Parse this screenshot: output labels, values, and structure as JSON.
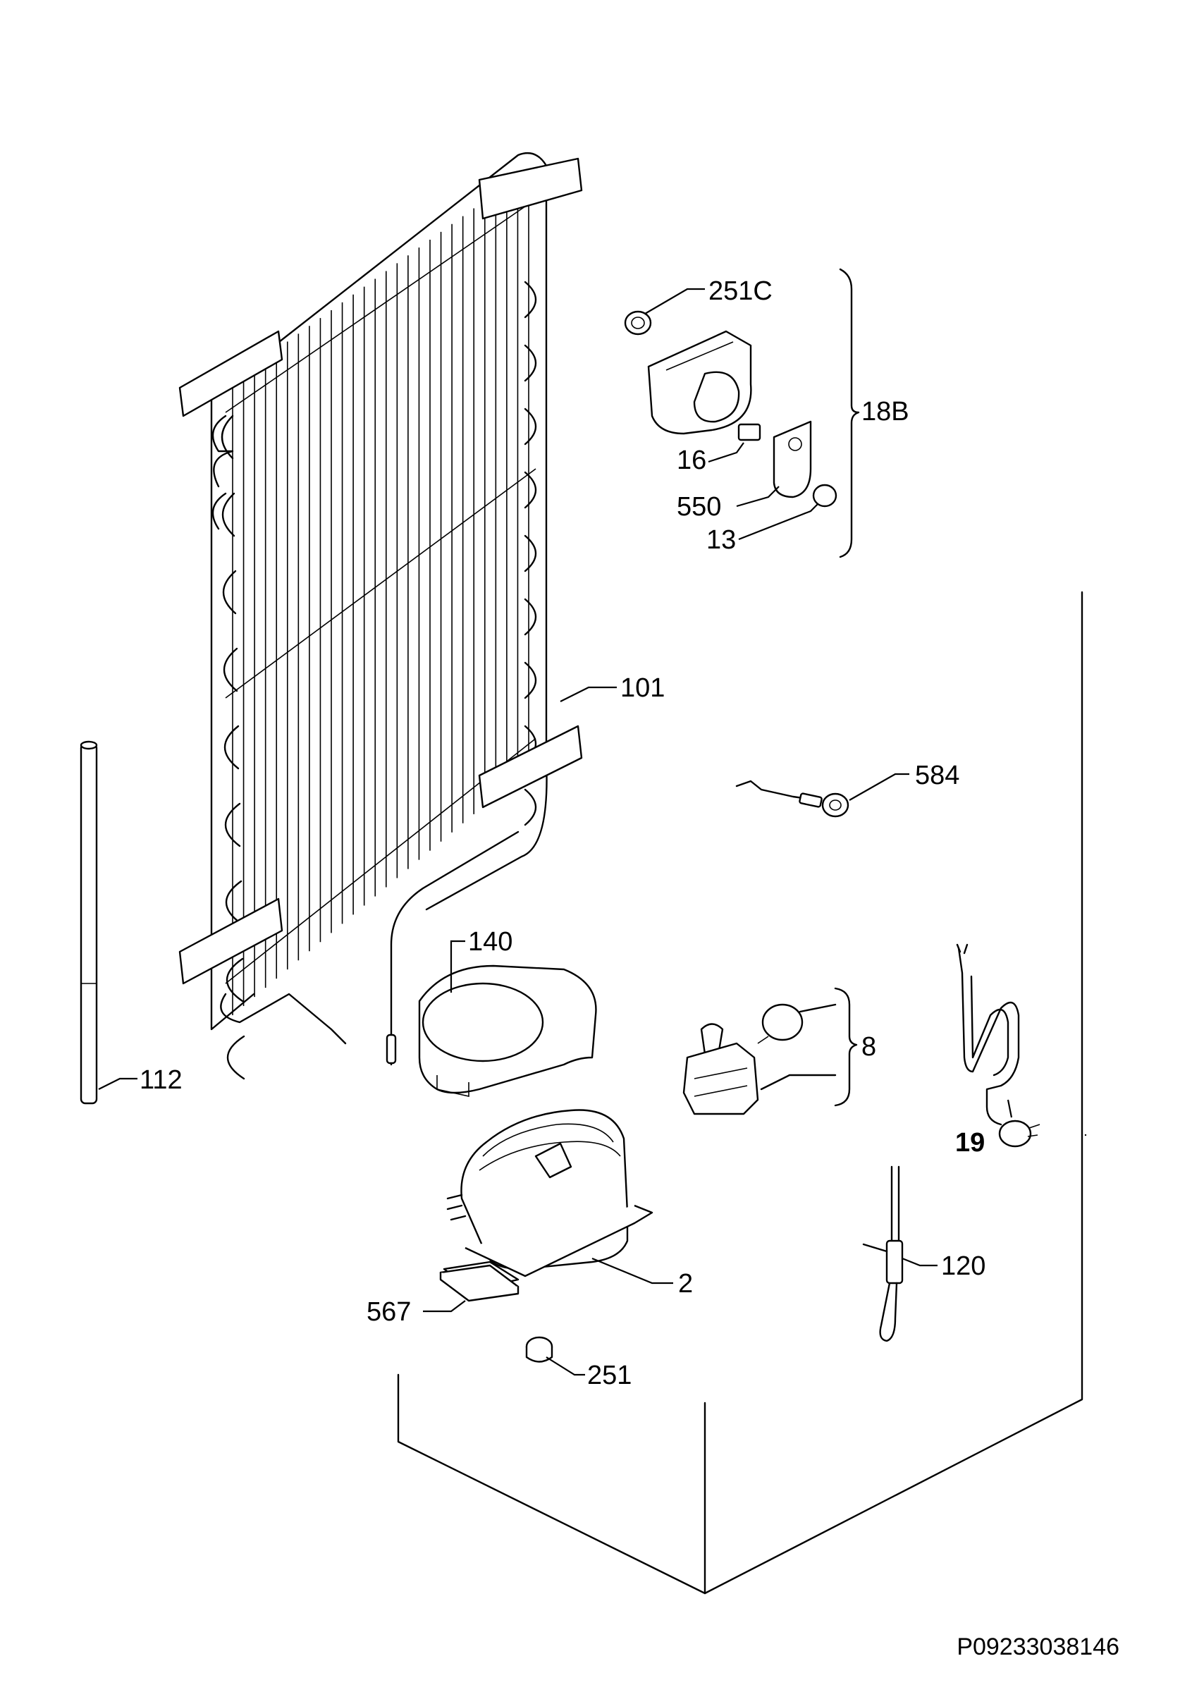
{
  "labels": {
    "p251c": "251C",
    "p18b": "18B",
    "p16": "16",
    "p550": "550",
    "p13": "13",
    "p101": "101",
    "p584": "584",
    "p112": "112",
    "p140": "140",
    "p8": "8",
    "p19": "19",
    "p2": "2",
    "p120": "120",
    "p567": "567",
    "p251": "251"
  },
  "drawing_number": "P09233038146"
}
